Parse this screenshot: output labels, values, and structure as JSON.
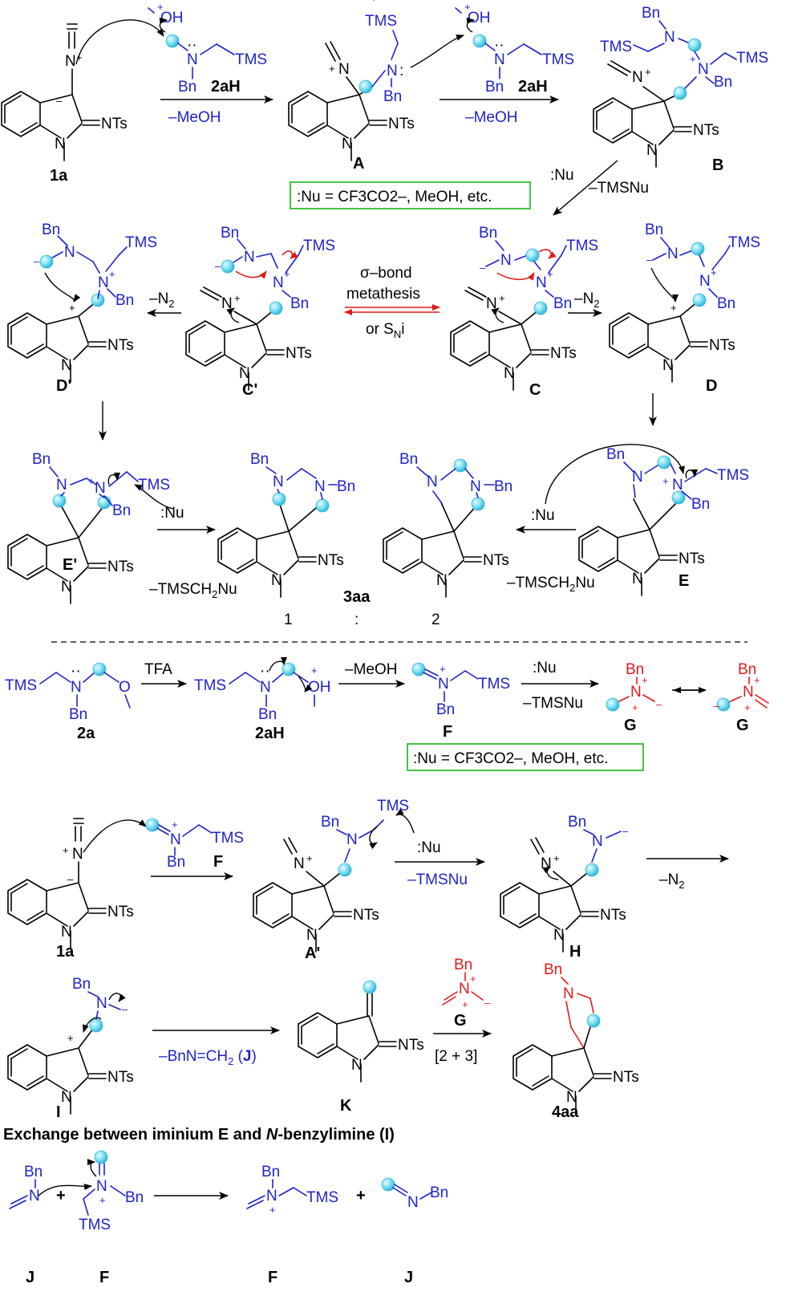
{
  "labels": {
    "s1a": "1a",
    "sA": "A",
    "sB": "B",
    "s2aH_1": "2aH",
    "s2aH_2": "2aH",
    "sDp": "D'",
    "sCp": "C'",
    "sC": "C",
    "sD": "D",
    "sEp": "E'",
    "s3aa": "3aa",
    "sE": "E",
    "s2a": "2a",
    "s2aH_3": "2aH",
    "sF": "F",
    "sG1": "G",
    "sG2": "G",
    "s1a_2": "1a",
    "sF2": "F",
    "sAp": "A'",
    "sH": "H",
    "sI": "I",
    "sK": "K",
    "sG3": "G",
    "s4aa": "4aa",
    "sJ1": "J",
    "sF3": "F",
    "sF4": "F",
    "sJ2": "J"
  },
  "reagents": {
    "minus_meoh_1": "–MeOH",
    "minus_meoh_2": "–MeOH",
    "nu_box_1": "Nu = CF3CO2–, MeOH, etc.",
    "nu_1": ":Nu",
    "minus_tmsnu_1": "–TMSNu",
    "minus_n2_1": "–N2",
    "minus_n2_2": "–N2",
    "sigma_1": "σ–bond",
    "sigma_2": "metathesis",
    "sigma_3": "or SNi",
    "nu_2": ":Nu",
    "nu_3": ":Nu",
    "minus_tmsch2nu_1": "–TMSCH2Nu",
    "minus_tmsch2nu_2": "–TMSCH2Nu",
    "ratio_1": "1",
    "ratio_colon": ":",
    "ratio_2": "2",
    "tfa": "TFA",
    "minus_meoh_3": "–MeOH",
    "nu_4": ":Nu",
    "minus_tmsnu_2": "–TMSNu",
    "nu_box_2": "Nu = CF3CO2–, MeOH, etc.",
    "nu_5": ":Nu",
    "minus_tmsnu_3": "–TMSNu",
    "minus_n2_3": "–N2",
    "minus_bnnch2": "–BnN=CH2 (J)",
    "cyclo": "[2 + 3]",
    "plus_1": "+",
    "plus_2": "+"
  },
  "heading": "Exchange between iminium E and N-benzylimine (I)",
  "atoms": {
    "tms": "TMS",
    "bn": "Bn",
    "nts": "=NTs",
    "oh": "OH",
    "n": "N",
    "o": "O"
  },
  "colors": {
    "black": "#000000",
    "blue": "#1f23c9",
    "red": "#e01b1b",
    "ball": "#7fe0f5",
    "box_border": "#2fbf2f"
  }
}
